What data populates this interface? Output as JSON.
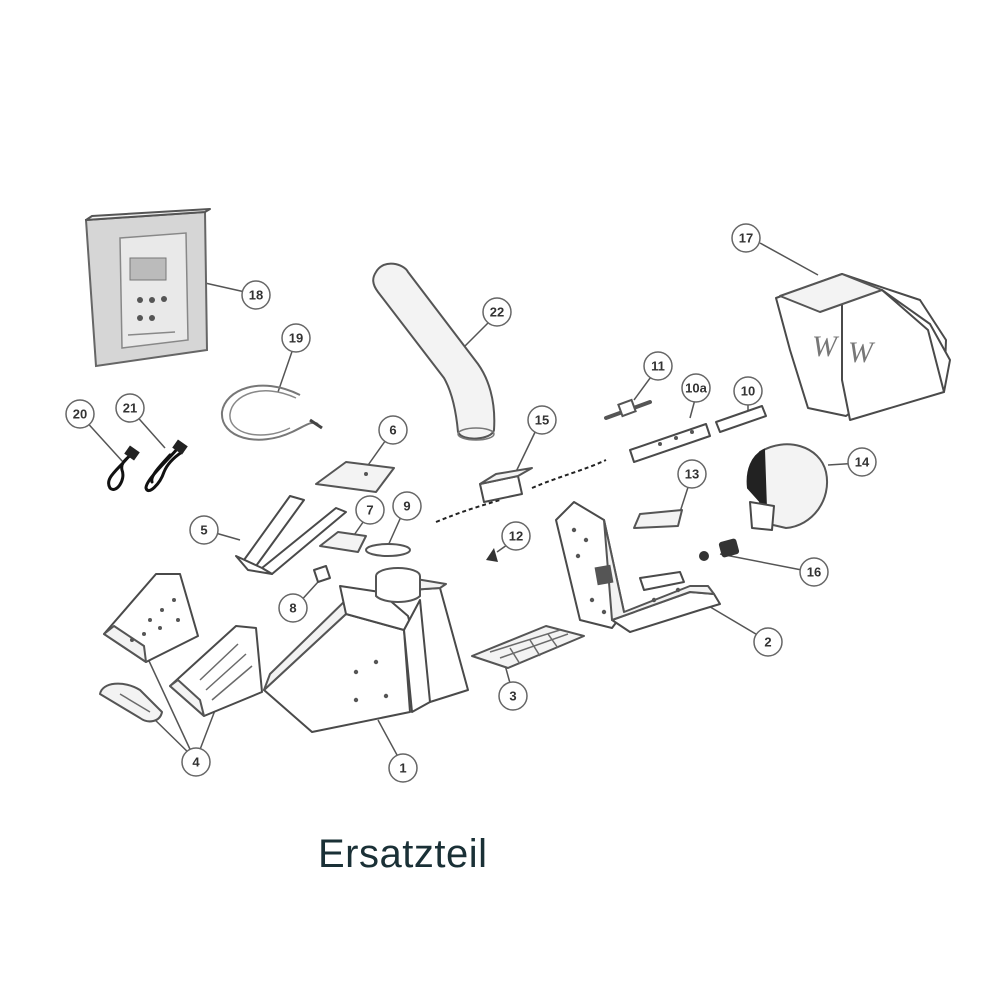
{
  "caption": "Ersatzteil",
  "callouts": {
    "c1": "1",
    "c2": "2",
    "c3": "3",
    "c4": "4",
    "c5": "5",
    "c6": "6",
    "c7": "7",
    "c8": "8",
    "c9": "9",
    "c10": "10",
    "c10a": "10a",
    "c11": "11",
    "c12": "12",
    "c13": "13",
    "c14": "14",
    "c15": "15",
    "c16": "16",
    "c17": "17",
    "c18": "18",
    "c19": "19",
    "c20": "20",
    "c21": "21",
    "c22": "22"
  },
  "colors": {
    "line": "#4a4a4a",
    "caption": "#1a3036",
    "background": "#ffffff"
  }
}
